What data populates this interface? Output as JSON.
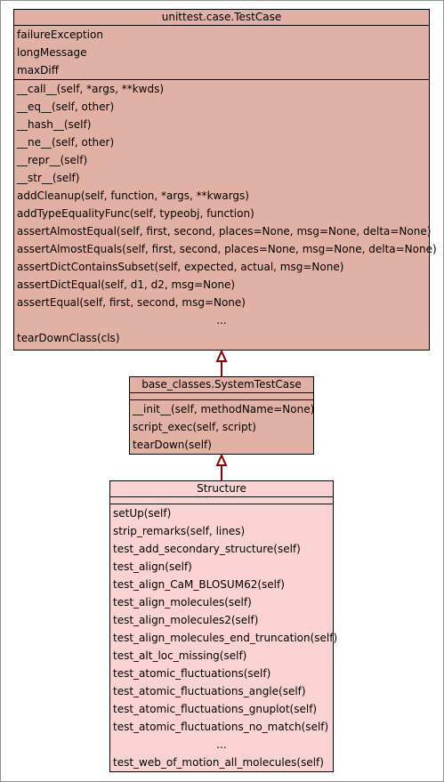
{
  "classes": {
    "testcase": {
      "name": "unittest.case.TestCase",
      "attributes": [
        "failureException",
        "longMessage",
        "maxDiff"
      ],
      "methods": [
        "__call__(self, *args, **kwds)",
        "__eq__(self, other)",
        "__hash__(self)",
        "__ne__(self, other)",
        "__repr__(self)",
        "__str__(self)",
        "addCleanup(self, function, *args, **kwargs)",
        "addTypeEqualityFunc(self, typeobj, function)",
        "assertAlmostEqual(self, first, second, places=None, msg=None, delta=None)",
        "assertAlmostEquals(self, first, second, places=None, msg=None, delta=None)",
        "assertDictContainsSubset(self, expected, actual, msg=None)",
        "assertDictEqual(self, d1, d2, msg=None)",
        "assertEqual(self, first, second, msg=None)"
      ],
      "ellipsis": "...",
      "last_method": "tearDownClass(cls)"
    },
    "systest": {
      "name": "base_classes.SystemTestCase",
      "methods": [
        "__init__(self, methodName=None)",
        "script_exec(self, script)",
        "tearDown(self)"
      ]
    },
    "structure": {
      "name": "Structure",
      "methods": [
        "setUp(self)",
        "strip_remarks(self, lines)",
        "test_add_secondary_structure(self)",
        "test_align(self)",
        "test_align_CaM_BLOSUM62(self)",
        "test_align_molecules(self)",
        "test_align_molecules2(self)",
        "test_align_molecules_end_truncation(self)",
        "test_alt_loc_missing(self)",
        "test_atomic_fluctuations(self)",
        "test_atomic_fluctuations_angle(self)",
        "test_atomic_fluctuations_gnuplot(self)",
        "test_atomic_fluctuations_no_match(self)"
      ],
      "ellipsis": "...",
      "last_method": "test_web_of_motion_all_molecules(self)"
    }
  },
  "colors": {
    "parent_fill": "#e2b1a5",
    "child_fill": "#fad2d2",
    "arrow": "#8b0000",
    "border": "#000000"
  }
}
